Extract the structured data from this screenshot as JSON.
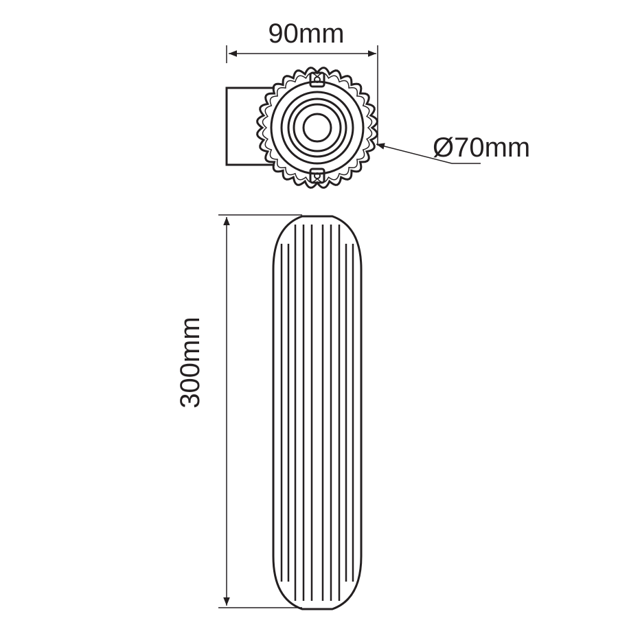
{
  "dimensions": {
    "width": "90mm",
    "diameter": "Ø70mm",
    "height": "300mm"
  },
  "colors": {
    "line": "#231f20",
    "background": "#ffffff"
  }
}
